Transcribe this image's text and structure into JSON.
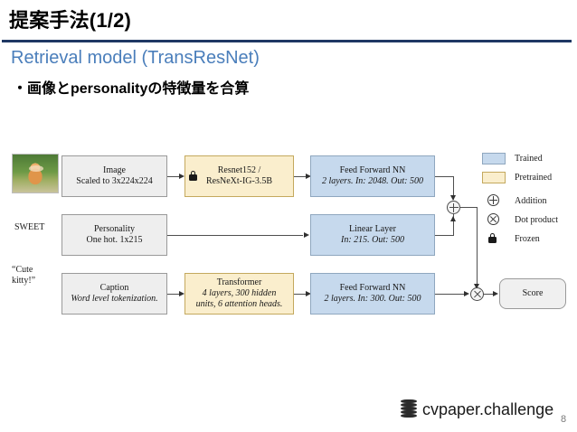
{
  "slide": {
    "title": "提案手法(1/2)",
    "subtitle": "Retrieval model (TransResNet)",
    "bullet": "・画像とpersonalityの特徴量を合算",
    "page_number": "8",
    "brand": "cvpaper.challenge",
    "accent_rule_color": "#1F3864",
    "subtitle_color": "#4a7ebb"
  },
  "figure": {
    "input_labels": {
      "sweet": "SWEET",
      "caption_quote_line1": "“Cute",
      "caption_quote_line2": "kitty!”"
    },
    "nodes": {
      "image": {
        "line1": "Image",
        "line2": "Scaled to 3x224x224",
        "style": "plain"
      },
      "personality": {
        "line1": "Personality",
        "line2": "One hot.  1x215",
        "style": "plain"
      },
      "caption": {
        "line1": "Caption",
        "line2": "Word level tokenization.",
        "style": "plain"
      },
      "resnet": {
        "line1": "Resnet152 /",
        "line2": "ResNeXt-IG-3.5B",
        "style": "pretrained",
        "frozen": true
      },
      "transformer": {
        "line1": "Transformer",
        "line2": "4 layers, 300 hidden",
        "line3": "units, 6 attention heads.",
        "style": "pretrained"
      },
      "ffn_image": {
        "line1": "Feed Forward NN",
        "line2": "2 layers. In: 2048. Out: 500",
        "style": "trained"
      },
      "linear": {
        "line1": "Linear Layer",
        "line2": "In: 215. Out: 500",
        "style": "trained"
      },
      "ffn_caption": {
        "line1": "Feed Forward NN",
        "line2": "2 layers. In: 300. Out: 500",
        "style": "trained"
      },
      "score": {
        "line1": "Score",
        "style": "score"
      }
    },
    "operators": {
      "addition": "addition-node",
      "dot_product": "dot-product-node"
    },
    "legend": [
      {
        "icon": "swatch-blue",
        "label": "Trained",
        "color": "#c6d9ed"
      },
      {
        "icon": "swatch-cream",
        "label": "Pretrained",
        "color": "#faeecd"
      },
      {
        "icon": "plus-circle",
        "label": "Addition",
        "color": "#3a3a3a"
      },
      {
        "icon": "times-circle",
        "label": "Dot product",
        "color": "#3a3a3a"
      },
      {
        "icon": "lock",
        "label": "Frozen",
        "color": "#1a1a1a"
      }
    ]
  }
}
